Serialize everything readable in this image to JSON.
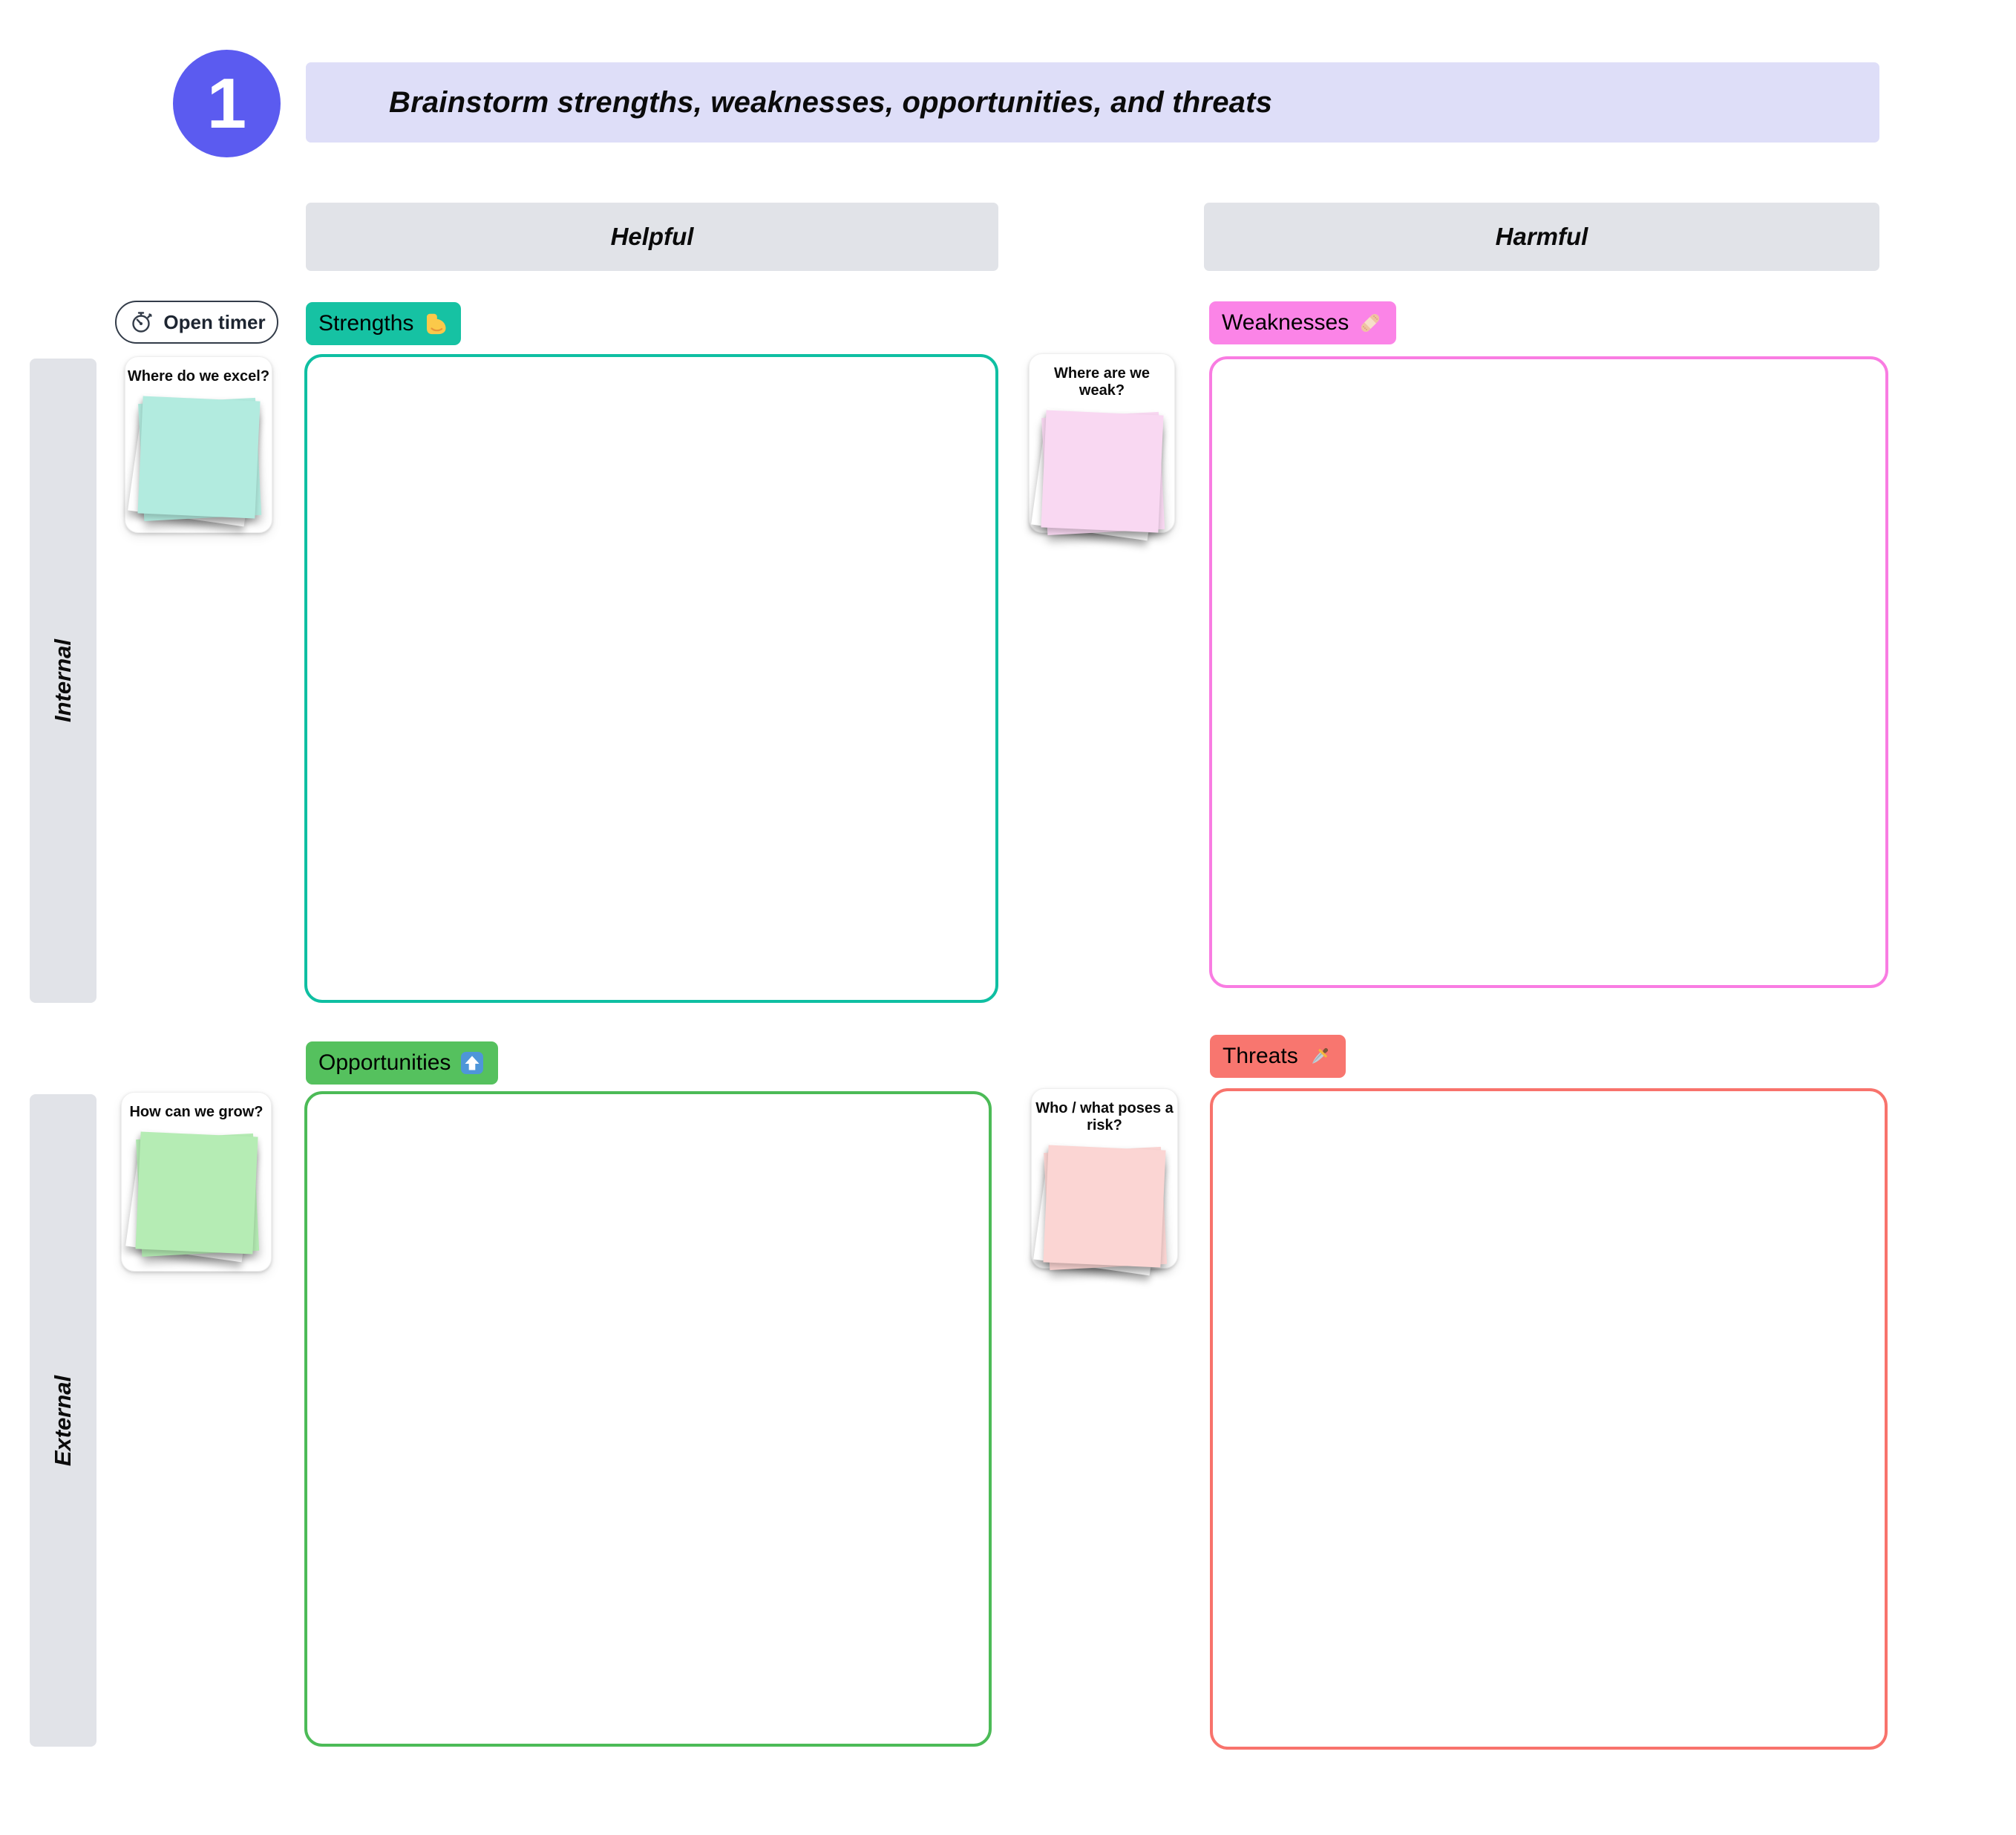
{
  "board": {
    "step": {
      "number": "1",
      "title": "Brainstorm strengths, weaknesses, opportunities, and threats",
      "circle_color": "#5B5BF0",
      "bar_color": "#DEDEF8"
    },
    "timer": {
      "label": "Open timer",
      "icon": "stopwatch-icon"
    },
    "columns": [
      {
        "label": "Helpful"
      },
      {
        "label": "Harmful"
      }
    ],
    "rows": [
      {
        "label": "Internal"
      },
      {
        "label": "External"
      }
    ],
    "header_bar_color": "#E1E3E8",
    "quadrants": [
      {
        "id": "strengths",
        "label": "Strengths",
        "emoji": "💪",
        "emoji_icon": "flexed-biceps-icon",
        "prompt": "Where do we excel?",
        "accent": "#16C2A3",
        "border": "#0FBFA2",
        "sticky": "#B2EBDF"
      },
      {
        "id": "weaknesses",
        "label": "Weaknesses",
        "emoji": "🩹",
        "emoji_icon": "bandage-icon",
        "prompt": "Where are we weak?",
        "accent": "#FB84E7",
        "border": "#F97CE2",
        "sticky": "#F9D8F2"
      },
      {
        "id": "opportunities",
        "label": "Opportunities",
        "emoji": "⬆️",
        "emoji_icon": "up-arrow-icon",
        "prompt": "How can we grow?",
        "accent": "#55C15E",
        "border": "#4CBB57",
        "sticky": "#B5ECB4"
      },
      {
        "id": "threats",
        "label": "Threats",
        "emoji": "🗡️",
        "emoji_icon": "dagger-icon",
        "prompt": "Who / what poses a risk?",
        "accent": "#F8766F",
        "border": "#F8736C",
        "sticky": "#FBD5D3"
      }
    ]
  }
}
